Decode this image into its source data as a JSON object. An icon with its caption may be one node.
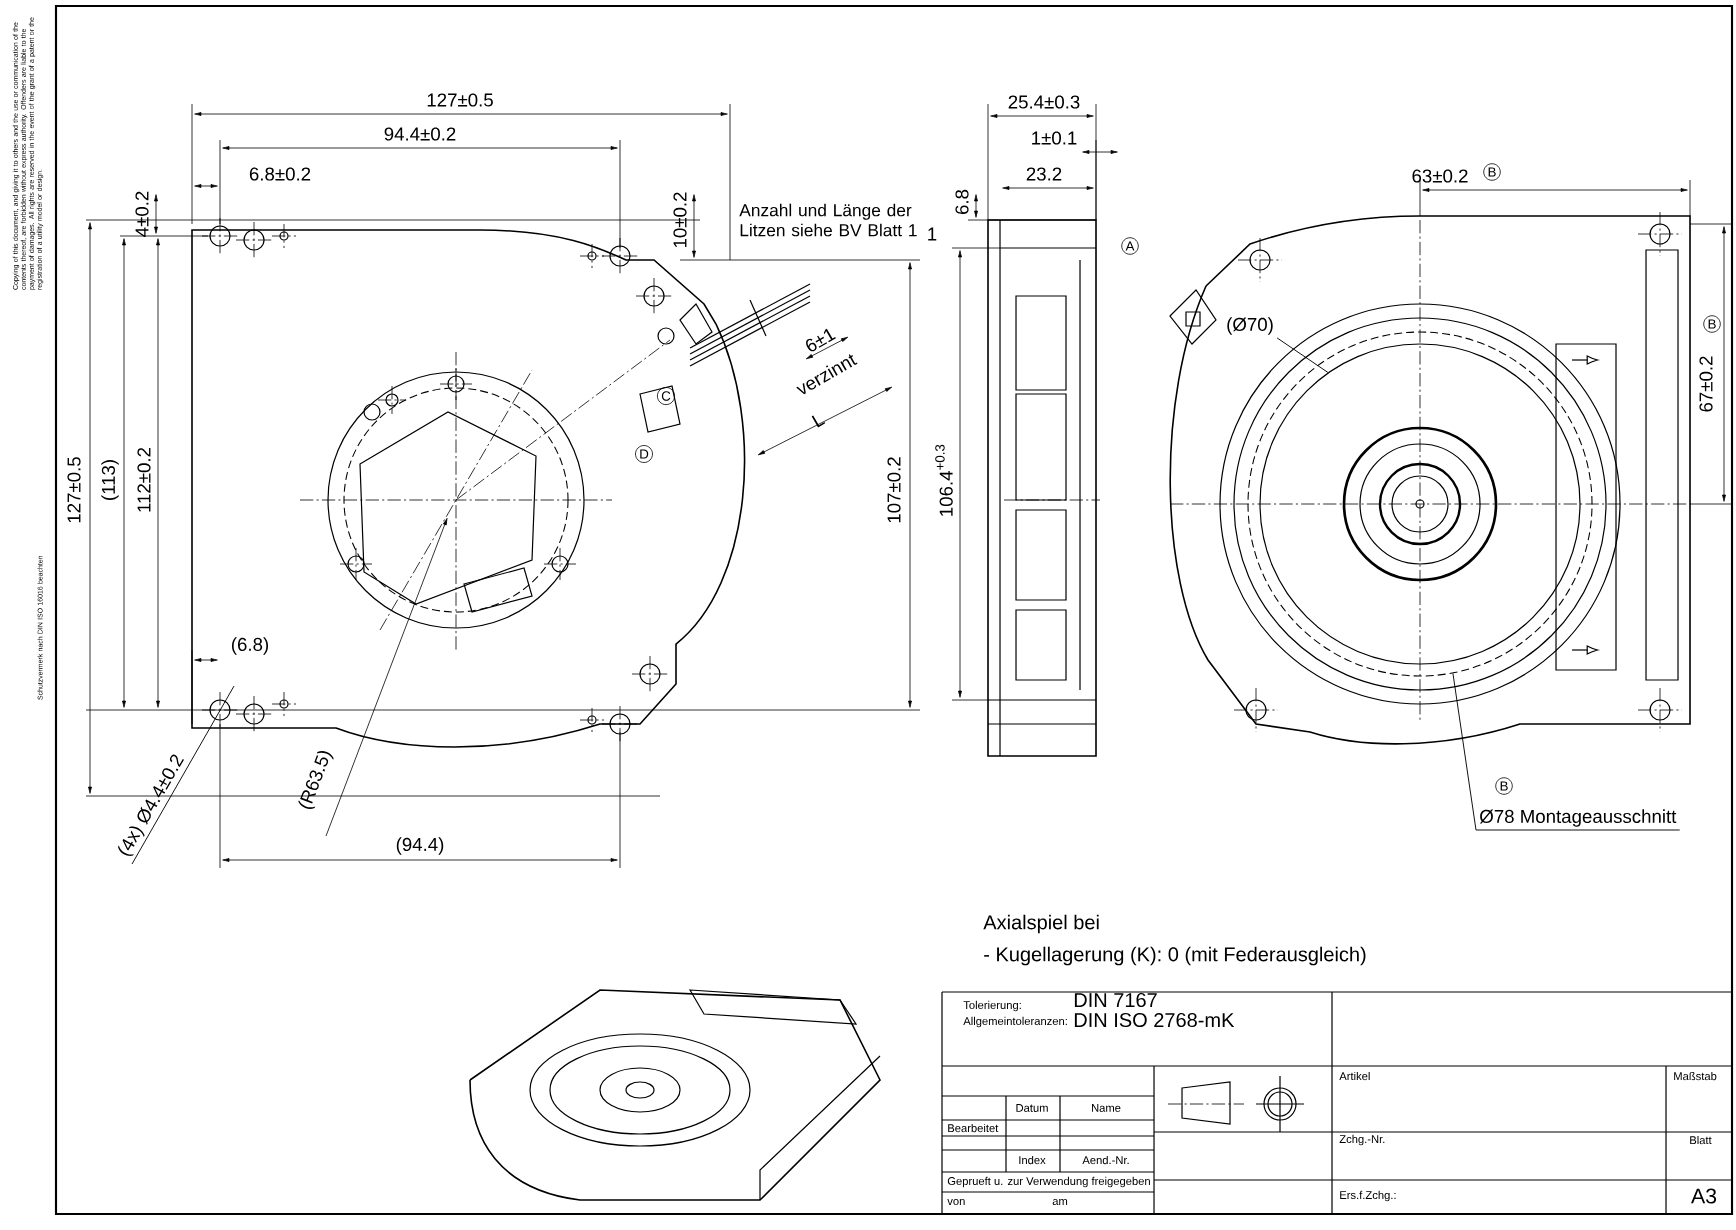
{
  "diagram": {
    "nodes": [
      {
        "text": [
          "(4x) Ø4.4±0.2"
        ]
      },
      {
        "text": [
          "(Ø70)"
        ]
      },
      {
        "text": [
          "Ø78 Montageausschnitt"
        ]
      },
      {
        "text": [],
        "shape": "circle"
      },
      {
        "text": [],
        "shape": "circle",
        "in": 3
      }
    ],
    "edges": [
      {
        "from": 0,
        "to": null,
        "arrow": "none"
      },
      {
        "from": 1,
        "to": 4,
        "arrow": "none"
      },
      {
        "from": 2,
        "to": 3,
        "arrow": "none"
      }
    ],
    "labels": [
      "127±0.5",
      "94.4±0.2",
      "6.8±0.2",
      "4±0.2",
      "10±0.2",
      "Anzahl und Länge der Litzen siehe BV Blatt 1",
      "6±1",
      "verzinnt",
      "L",
      "127±0.5",
      "(113)",
      "112±0.2",
      "107±0.2",
      "(6.8)",
      "(R63.5)",
      "(94.4)",
      "C",
      "D",
      "25.4±0.3",
      "1±0.1",
      "23.2",
      "6.8",
      "1",
      "106.4$^{+0.3}$",
      "A",
      "63±0.2",
      "B",
      "67±0.2",
      "B",
      "B",
      "Axialspiel bei",
      "- Kugellagerung (K): 0 (mit Federausgleich)",
      "Tolerierung:",
      "Allgemeintoleranzen:",
      "DIN 7167",
      "DIN ISO 2768-mK",
      "Datum",
      "Name",
      "Bearbeitet",
      "Index",
      "Aend.-Nr.",
      "Geprueft u. zur Verwendung freigegeben",
      "von",
      "am",
      "Artikel",
      "Maßstab",
      "Zchg.-Nr.",
      "Blatt",
      "Ers.f.Zchg.:",
      "A3",
      "Copying of this document, and giving it to others and the use or communication of the contents thereof, are forbidden without express authority. Offenders are liable to the payment of damages. All rights are reserved in the event of the grant of a patent or the registration of a utility model or design.",
      "Schutzvermerk nach DIN ISO 16016 beachten"
    ]
  }
}
